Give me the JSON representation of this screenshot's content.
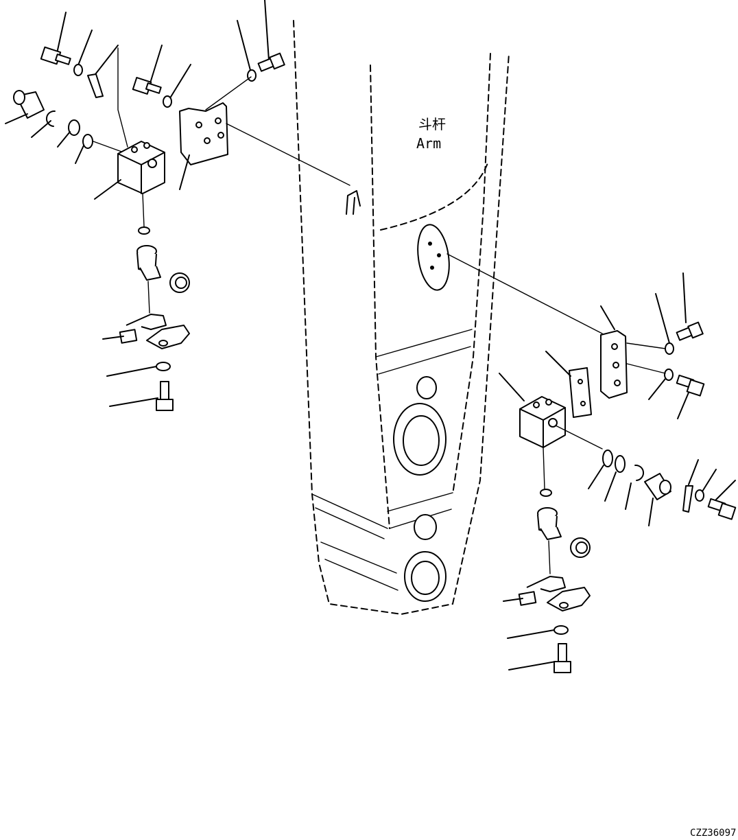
{
  "diagram": {
    "arm_label_zh": "斗杆",
    "arm_label_en": "Arm",
    "drawing_code": "CZZ36097"
  }
}
